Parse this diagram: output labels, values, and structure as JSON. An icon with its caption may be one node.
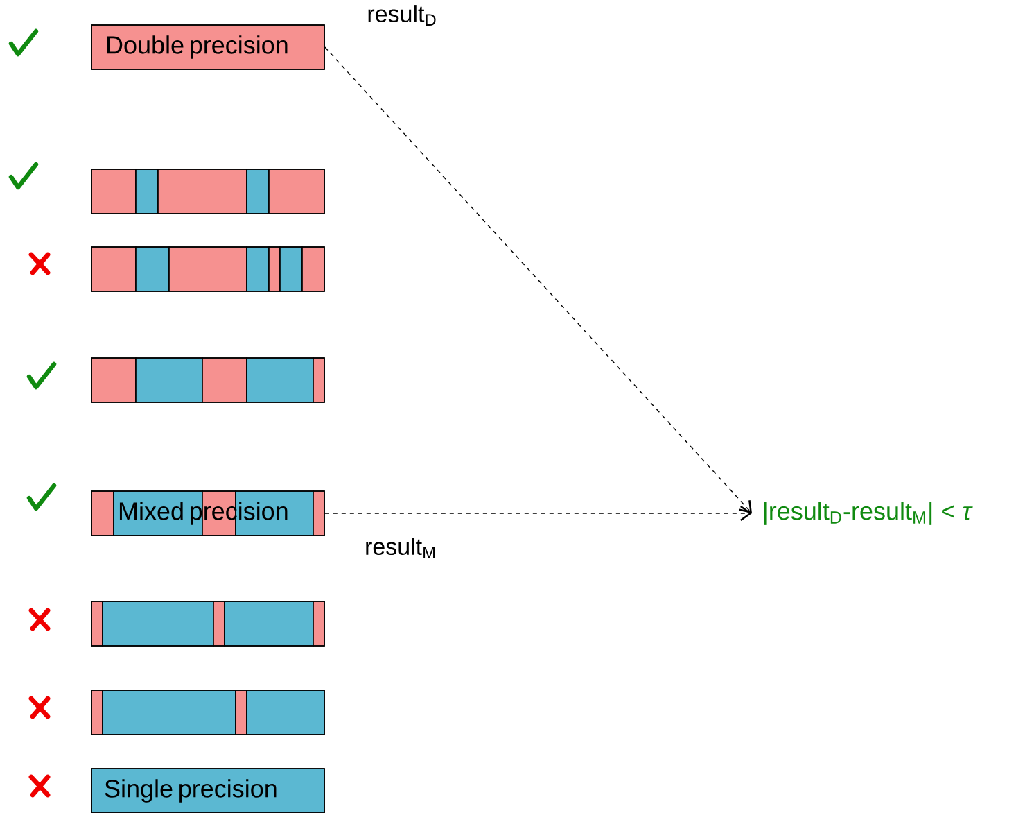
{
  "diagram": {
    "nodes": [
      {
        "text": [
          "Double precision"
        ]
      },
      {
        "text": [],
        "shape": "bar"
      },
      {
        "text": [],
        "shape": "bar"
      },
      {
        "text": [],
        "shape": "bar"
      },
      {
        "text": [
          "Mixed precision"
        ]
      },
      {
        "text": [],
        "shape": "bar"
      },
      {
        "text": [],
        "shape": "bar"
      },
      {
        "text": [
          "Single precision"
        ]
      },
      {
        "text": [
          "|result$_{D}$-result$_{M}$| < *τ*"
        ]
      }
    ],
    "edges": [
      {
        "from": 0,
        "to": 8,
        "arrow": "to",
        "style": "dashed",
        "label": "result$_{D}$"
      },
      {
        "from": 4,
        "to": 8,
        "arrow": "to",
        "style": "dashed",
        "label": "result$_{M}$"
      }
    ]
  }
}
